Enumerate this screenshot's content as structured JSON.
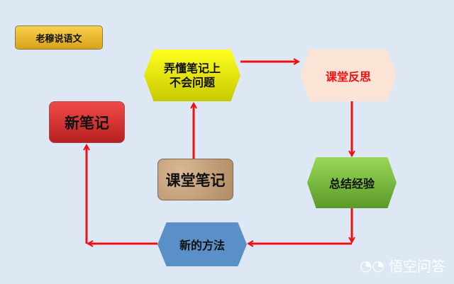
{
  "badge": "老穆说语文",
  "nodes": {
    "understand": "弄懂笔记上不会问题",
    "understand_line1": "弄懂笔记上",
    "understand_line2": "不会问题",
    "reflect": "课堂反思",
    "new_notes": "新笔记",
    "class_notes": "课堂笔记",
    "summary": "总结经验",
    "new_method": "新的方法"
  },
  "watermark": "悟空问答",
  "colors": {
    "arrow": "#ee1111",
    "background": "#dde8f4"
  }
}
